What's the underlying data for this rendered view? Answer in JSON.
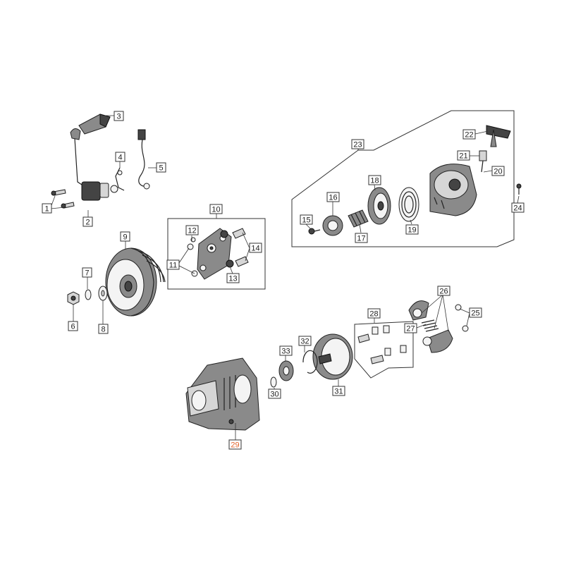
{
  "callouts": {
    "c1": "1",
    "c2": "2",
    "c3": "3",
    "c4": "4",
    "c5": "5",
    "c6": "6",
    "c7": "7",
    "c8": "8",
    "c9": "9",
    "c10": "10",
    "c11": "11",
    "c12": "12",
    "c13": "13",
    "c14": "14",
    "c15": "15",
    "c16": "16",
    "c17": "17",
    "c18": "18",
    "c19": "19",
    "c20": "20",
    "c21": "21",
    "c22": "22",
    "c23": "23",
    "c24": "24",
    "c25": "25",
    "c26": "26",
    "c27": "27",
    "c28": "28",
    "c29": "29",
    "c30": "30",
    "c31": "31",
    "c32": "32",
    "c33": "33"
  },
  "colors": {
    "highlight_label": "#e0622a",
    "line": "#333333",
    "part_gray": "#8a8a8a"
  }
}
